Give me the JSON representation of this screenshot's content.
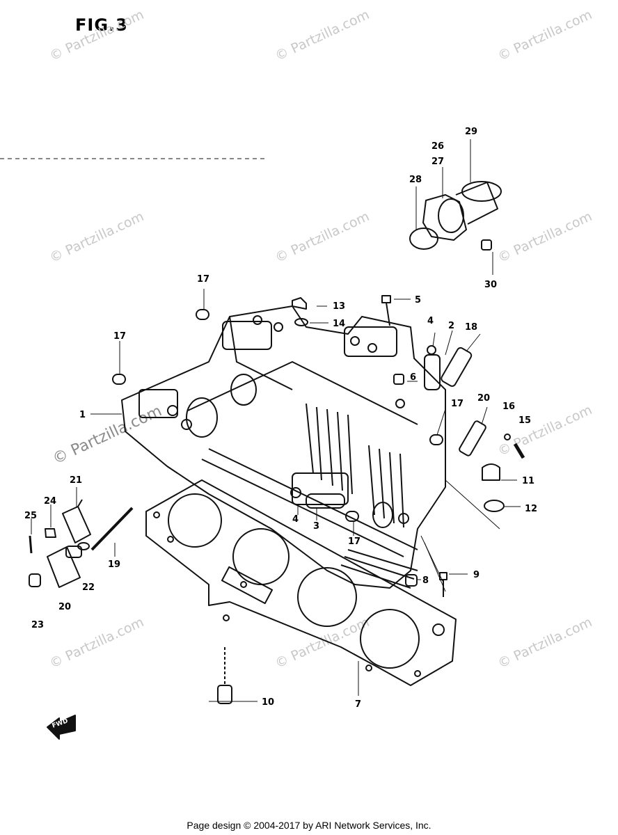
{
  "figure": {
    "title": "FIG.3"
  },
  "watermark": "© Partzilla.com",
  "footer": "Page design © 2004-2017 by ARI Network Services, Inc.",
  "direction_label": "FWD",
  "callouts": [
    {
      "id": "c2",
      "label": "2"
    },
    {
      "id": "c3",
      "label": "3"
    },
    {
      "id": "c4a",
      "label": "4"
    },
    {
      "id": "c4b",
      "label": "4"
    },
    {
      "id": "c5",
      "label": "5"
    },
    {
      "id": "c6",
      "label": "6"
    },
    {
      "id": "c7",
      "label": "7"
    },
    {
      "id": "c8",
      "label": "8"
    },
    {
      "id": "c9",
      "label": "9"
    },
    {
      "id": "c10",
      "label": "10"
    },
    {
      "id": "c11",
      "label": "11"
    },
    {
      "id": "c12",
      "label": "12"
    },
    {
      "id": "c13",
      "label": "13"
    },
    {
      "id": "c14",
      "label": "14"
    },
    {
      "id": "c15",
      "label": "15"
    },
    {
      "id": "c16",
      "label": "16"
    },
    {
      "id": "c17a",
      "label": "17"
    },
    {
      "id": "c17b",
      "label": "17"
    },
    {
      "id": "c17c",
      "label": "17"
    },
    {
      "id": "c17d",
      "label": "17"
    },
    {
      "id": "c18",
      "label": "18"
    },
    {
      "id": "c19",
      "label": "19"
    },
    {
      "id": "c20a",
      "label": "20"
    },
    {
      "id": "c20b",
      "label": "20"
    },
    {
      "id": "c21",
      "label": "21"
    },
    {
      "id": "c22",
      "label": "22"
    },
    {
      "id": "c23",
      "label": "23"
    },
    {
      "id": "c24",
      "label": "24"
    },
    {
      "id": "c25",
      "label": "25"
    },
    {
      "id": "c26",
      "label": "26"
    },
    {
      "id": "c27",
      "label": "27"
    },
    {
      "id": "c28",
      "label": "28"
    },
    {
      "id": "c29",
      "label": "29"
    },
    {
      "id": "c30",
      "label": "30"
    },
    {
      "id": "c1",
      "label": "1"
    }
  ]
}
